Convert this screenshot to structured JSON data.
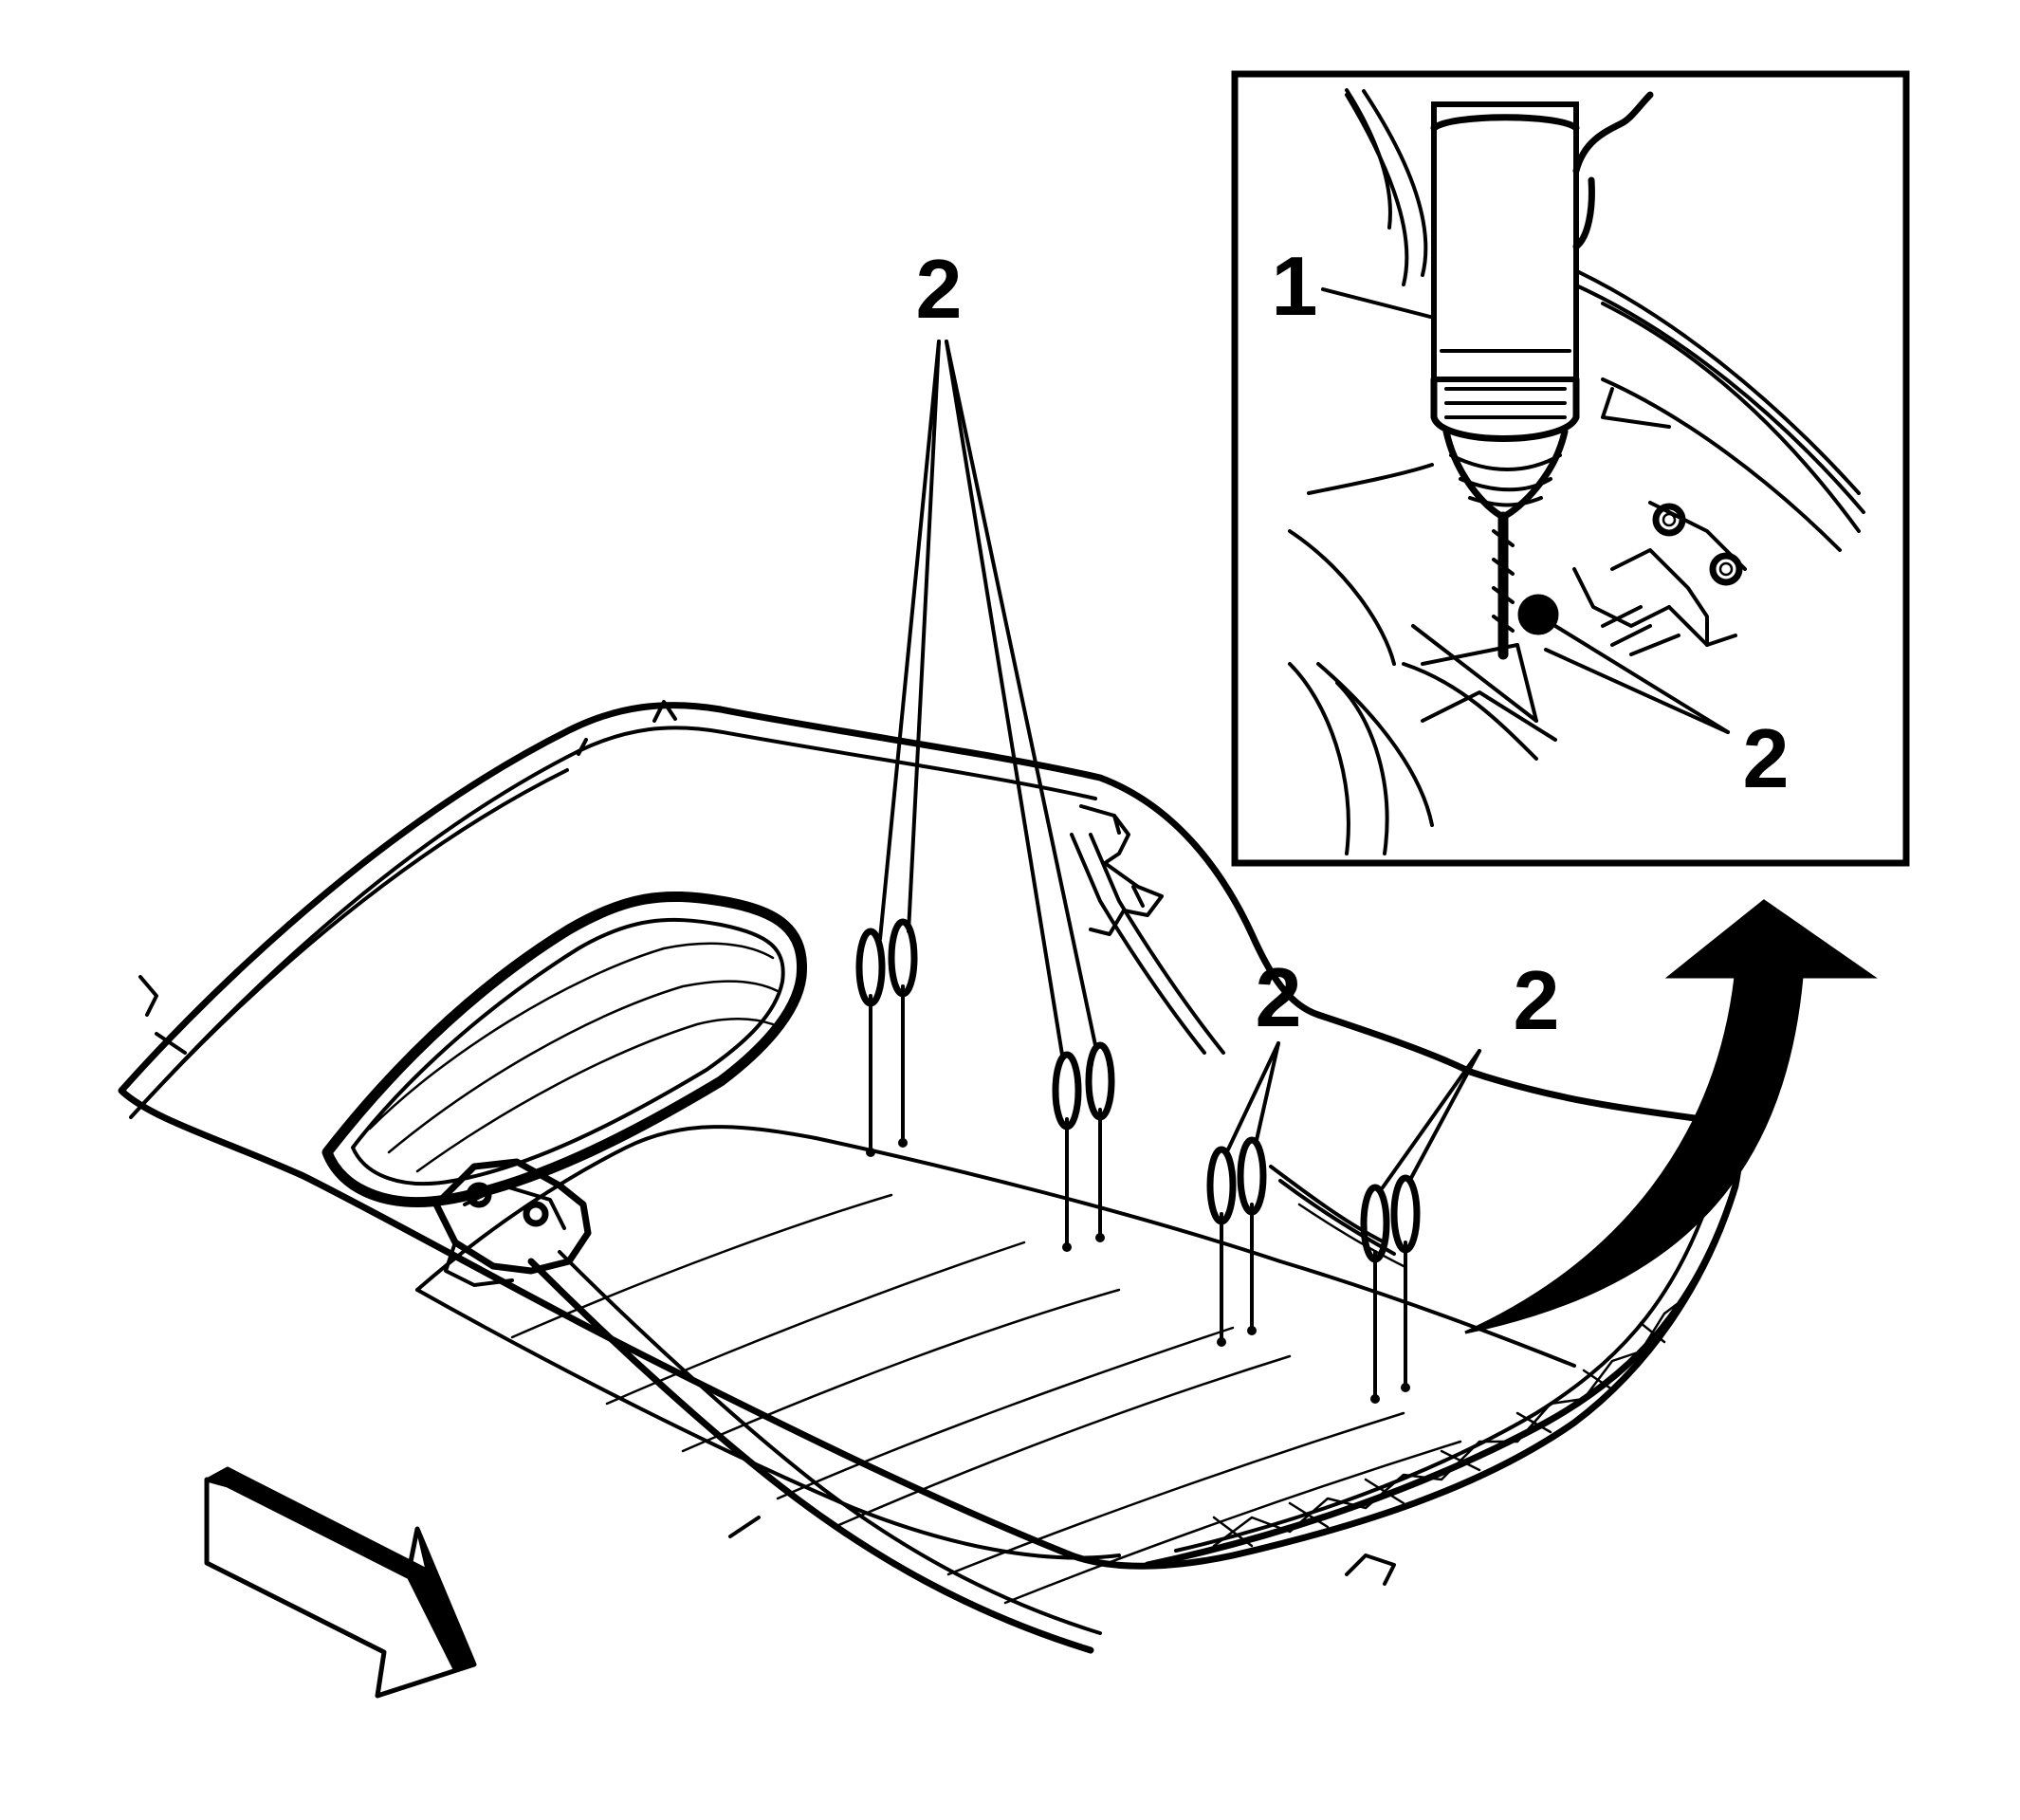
{
  "callouts": {
    "inset_tool": "1",
    "inset_rivet": "2",
    "group_left": "2",
    "group_center": "2",
    "group_right": "2"
  },
  "colors": {
    "line": "#000000",
    "background": "#ffffff"
  },
  "icons": [
    "direction-arrow-icon",
    "view-arrow-icon"
  ]
}
